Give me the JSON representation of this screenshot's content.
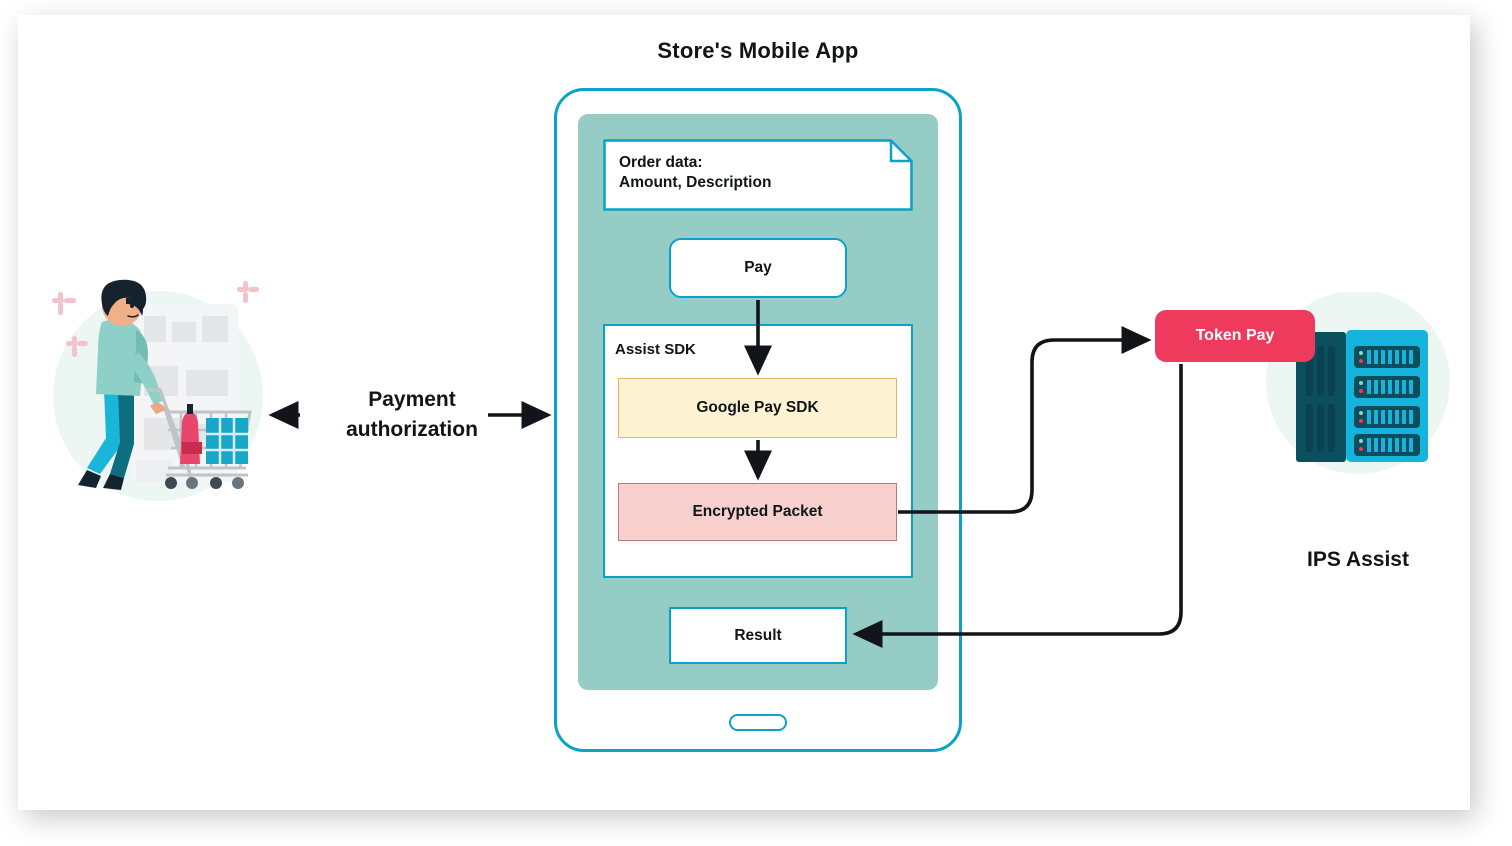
{
  "title": "Store's Mobile App",
  "phone": {
    "order_note": "Order data:\nAmount, Description",
    "pay_label": "Pay",
    "assist_sdk_label": "Assist SDK",
    "gpay_label": "Google Pay SDK",
    "packet_label": "Encrypted Packet",
    "result_label": "Result"
  },
  "left": {
    "auth_label": "Payment\nauthorization"
  },
  "right": {
    "token_pay_label": "Token Pay",
    "ips_label": "IPS Assist"
  },
  "colors": {
    "accent_blue": "#0aa2c8",
    "screen_teal": "#96ccc6",
    "gpay_fill": "#fdf3d3",
    "gpay_border": "#ddb962",
    "packet_fill": "#f7cfcc",
    "packet_border": "#c07b78",
    "token_red": "#ee3a5c",
    "server_dark": "#0b4f5e",
    "server_cyan": "#16b4dd",
    "text_dark": "#111418",
    "halo_mint": "#ecf6f3",
    "sparkle_pink": "#f2c3cb"
  }
}
